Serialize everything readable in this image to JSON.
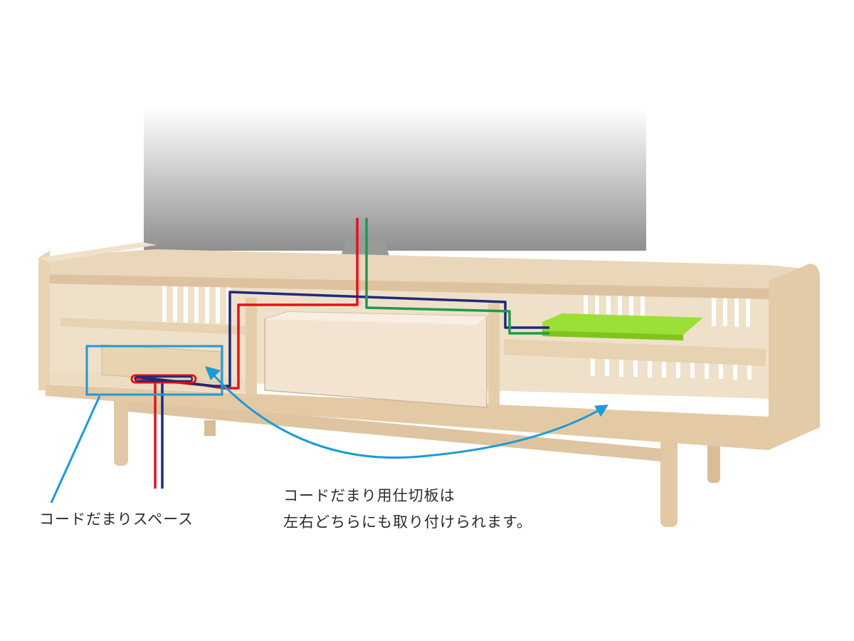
{
  "labels": {
    "cord_space": "コードだまりスペース",
    "partition_line1": "コードだまり用仕切板は",
    "partition_line2": "左右どちらにも取り付けられます。"
  },
  "colors": {
    "background": "#ffffff",
    "wood": "#e6cfae",
    "wood_dark": "#d7bb95",
    "tv_gradient_top": "#ffffff",
    "tv_gradient_bottom": "#8f8f8f",
    "cable_red": "#e3121b",
    "cable_navy": "#1f2a7a",
    "cable_green": "#1f9a4a",
    "device_green": "#86d61e",
    "callout_blue": "#1e9ad6",
    "drawer_box": "#f3e4d2"
  }
}
